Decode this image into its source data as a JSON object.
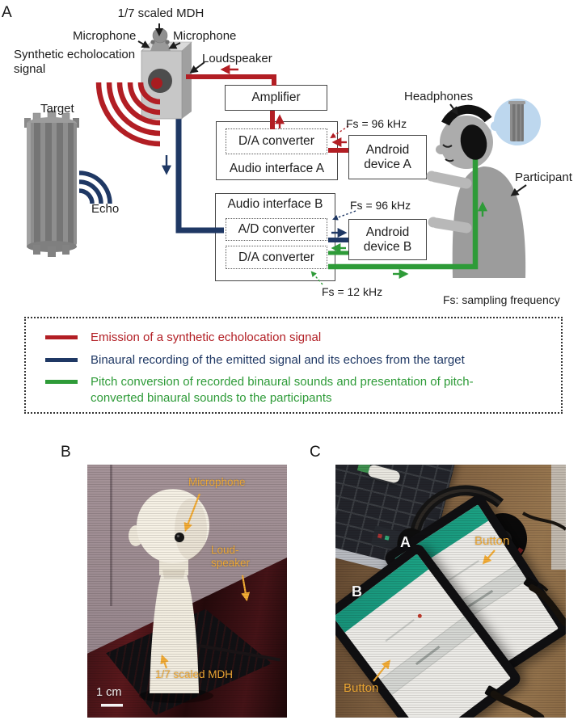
{
  "panel_a": {
    "label": "A",
    "mdh_label": "1/7 scaled MDH",
    "microphone_left": "Microphone",
    "microphone_right": "Microphone",
    "synthetic_signal": "Synthetic echolocation signal",
    "loudspeaker": "Loudspeaker",
    "target": "Target",
    "echo": "Echo",
    "amplifier": "Amplifier",
    "audio_interface_a": {
      "name": "Audio interface A",
      "da_converter": "D/A converter",
      "fs": "Fs = 96 kHz"
    },
    "android_a": "Android device A",
    "audio_interface_b": {
      "name": "Audio interface B",
      "ad_converter": "A/D converter",
      "da_converter": "D/A converter",
      "fs_ad": "Fs = 96 kHz",
      "fs_da": "Fs = 12 kHz"
    },
    "android_b": "Android device B",
    "headphones": "Headphones",
    "participant": "Participant",
    "fs_note": "Fs: sampling frequency",
    "legend": {
      "items": [
        {
          "color": "#B21E24",
          "text": "Emission of a synthetic echolocation signal"
        },
        {
          "color": "#1F3864",
          "text": "Binaural recording of the emitted signal and its echoes from the target"
        },
        {
          "color": "#2E9B38",
          "text": "Pitch conversion of recorded binaural sounds and presentation of pitch-converted binaural sounds to the participants"
        }
      ]
    }
  },
  "panel_b": {
    "label": "B",
    "microphone": "Microphone",
    "loudspeaker": "Loud-speaker",
    "mdh": "1/7 scaled MDH",
    "scale_bar": "1 cm"
  },
  "panel_c": {
    "label": "C",
    "device_a": "A",
    "device_b": "B",
    "button_top": "Button",
    "button_bottom": "Button"
  },
  "colors": {
    "emission_red": "#B21E24",
    "recording_navy": "#1F3864",
    "pitch_green": "#2E9B38",
    "annotation_yellow": "#F3AC35",
    "thought_bubble_blue": "#BDD7EE"
  }
}
